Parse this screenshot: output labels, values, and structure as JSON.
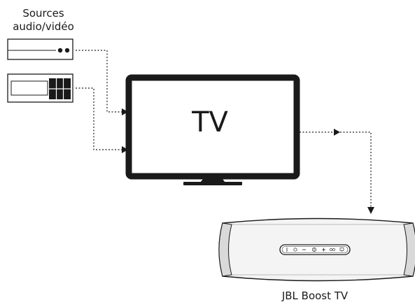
{
  "diagram": {
    "sources_label_line1": "Sources",
    "sources_label_line2": "audio/vidéo",
    "tv_label": "TV",
    "speaker_label": "JBL Boost TV"
  },
  "speaker_controls": [
    "power-icon",
    "input-icon",
    "minus-icon",
    "sound-mode-icon",
    "plus-icon",
    "surround-icon",
    "connect-icon"
  ],
  "colors": {
    "ink": "#1a1a1a",
    "speaker_body": "#f4f4f4",
    "speaker_edge": "#d9d9d9"
  }
}
